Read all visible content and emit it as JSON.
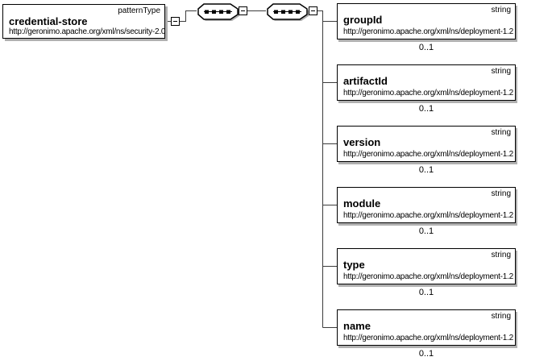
{
  "diagram": {
    "kind": "xml-schema-content-model",
    "root_element": {
      "name": "credential-store",
      "type_annotation": "patternType",
      "namespace": "http://geronimo.apache.org/xml/ns/security-2.0"
    },
    "compositors": [
      {
        "icon": "sequence-compositor-icon",
        "kind": "sequence"
      },
      {
        "icon": "sequence-compositor-icon",
        "kind": "sequence"
      }
    ],
    "expanders": [
      {
        "icon": "collapse-minus-icon",
        "state": "expanded"
      },
      {
        "icon": "collapse-minus-icon",
        "state": "expanded"
      },
      {
        "icon": "collapse-minus-icon",
        "state": "expanded"
      }
    ],
    "children": [
      {
        "name": "groupId",
        "type_annotation": "string",
        "namespace": "http://geronimo.apache.org/xml/ns/deployment-1.2",
        "occurrence": "0..1"
      },
      {
        "name": "artifactId",
        "type_annotation": "string",
        "namespace": "http://geronimo.apache.org/xml/ns/deployment-1.2",
        "occurrence": "0..1"
      },
      {
        "name": "version",
        "type_annotation": "string",
        "namespace": "http://geronimo.apache.org/xml/ns/deployment-1.2",
        "occurrence": "0..1"
      },
      {
        "name": "module",
        "type_annotation": "string",
        "namespace": "http://geronimo.apache.org/xml/ns/deployment-1.2",
        "occurrence": "0..1"
      },
      {
        "name": "type",
        "type_annotation": "string",
        "namespace": "http://geronimo.apache.org/xml/ns/deployment-1.2",
        "occurrence": "0..1"
      },
      {
        "name": "name",
        "type_annotation": "string",
        "namespace": "http://geronimo.apache.org/xml/ns/deployment-1.2",
        "occurrence": "0..1"
      }
    ],
    "colors": {
      "box_border": "#000000",
      "box_fill": "#ffffff",
      "shadow": "#b0b0b0",
      "line": "#3c3c3c",
      "text": "#000000"
    }
  }
}
